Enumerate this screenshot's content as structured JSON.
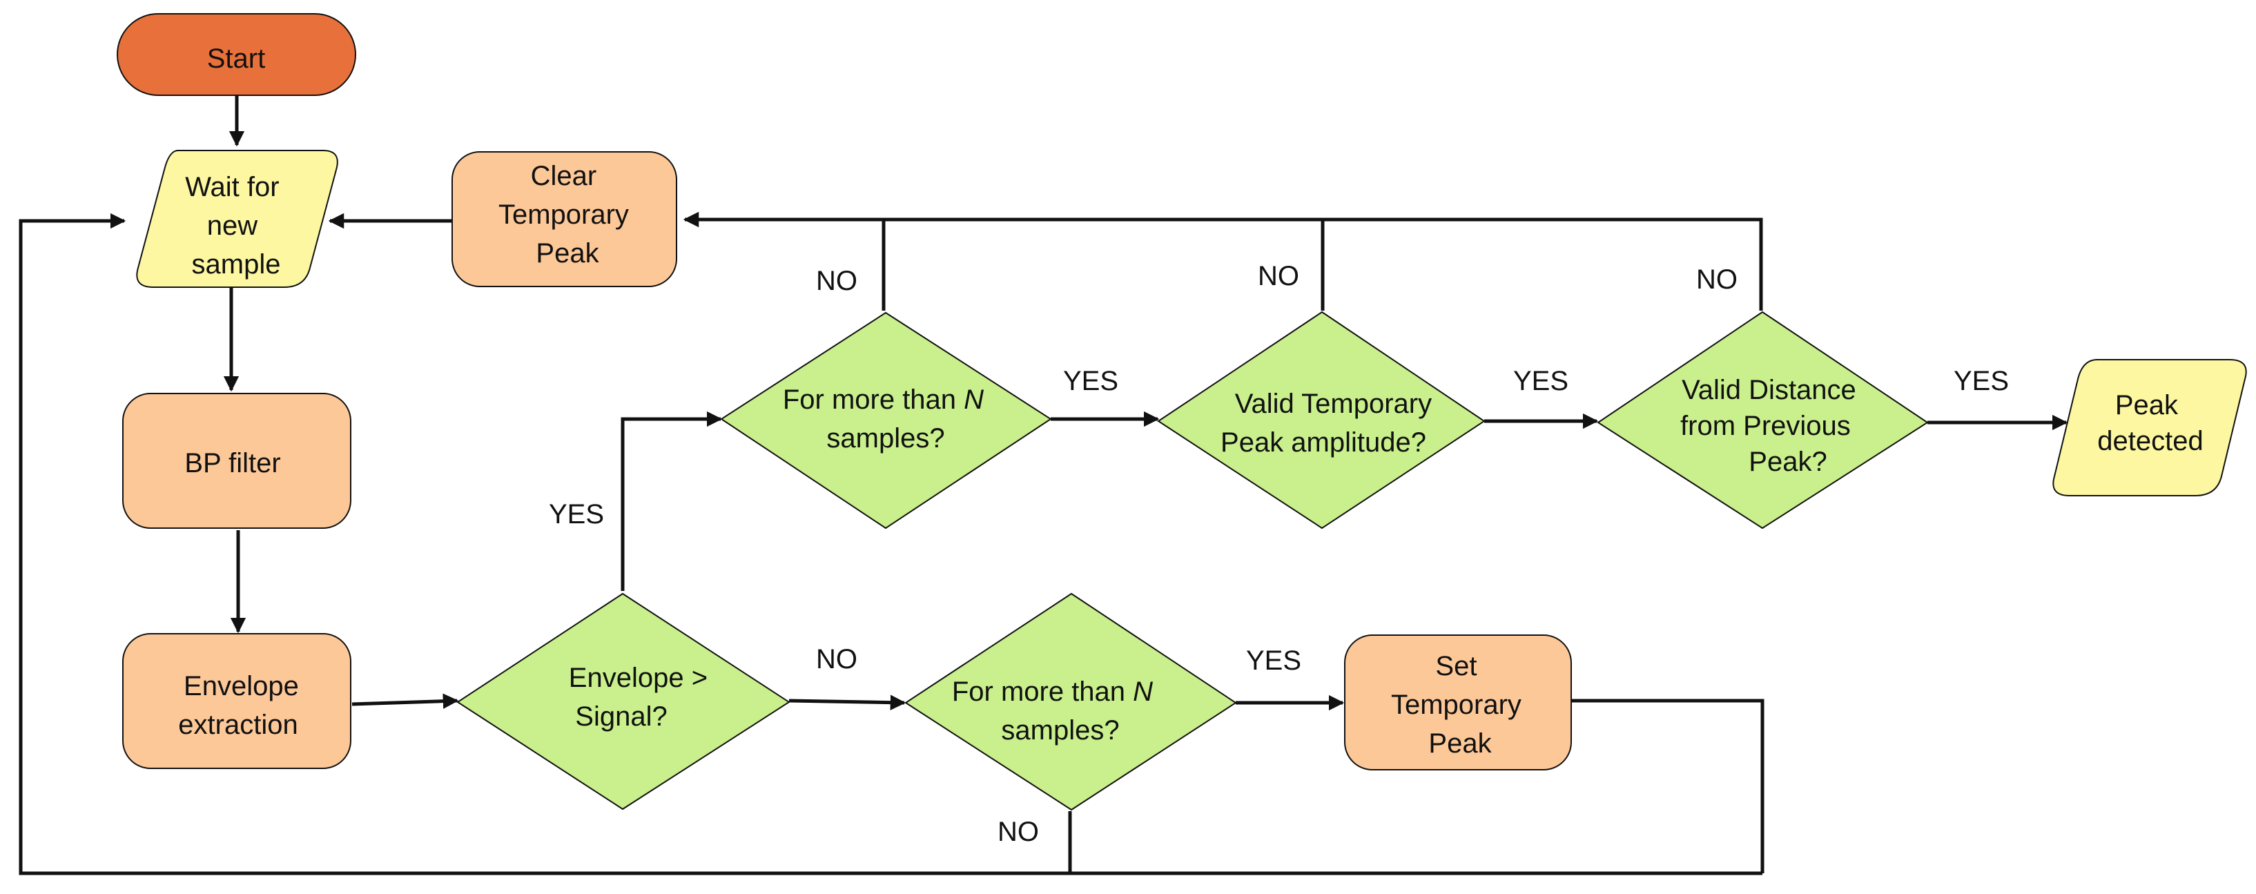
{
  "colors": {
    "start": "#E8703A",
    "process": "#FDC898",
    "decision": "#C9F08C",
    "io": "#FCF7A0",
    "line": "#111111"
  },
  "nodes": {
    "start": {
      "lines": [
        "Start"
      ]
    },
    "wait": {
      "lines": [
        "Wait for",
        "new",
        "sample"
      ]
    },
    "clear": {
      "lines": [
        "Clear",
        "Temporary",
        "Peak"
      ]
    },
    "bp": {
      "lines": [
        "BP filter"
      ]
    },
    "envelope": {
      "lines": [
        "Envelope",
        "extraction"
      ]
    },
    "env_signal": {
      "lines": [
        "Envelope >",
        "Signal?"
      ]
    },
    "more_n_top": {
      "lines": [
        "For more than N",
        "samples?"
      ]
    },
    "valid_amp": {
      "lines": [
        "Valid Temporary",
        "Peak amplitude?"
      ]
    },
    "valid_dist": {
      "lines": [
        "Valid Distance",
        "from Previous",
        "Peak?"
      ]
    },
    "peak": {
      "lines": [
        "Peak",
        "detected"
      ]
    },
    "more_n_bot": {
      "lines": [
        "For more than N",
        "samples?"
      ]
    },
    "set_temp": {
      "lines": [
        "Set",
        "Temporary",
        "Peak"
      ]
    }
  },
  "edge_labels": {
    "top1_no": "NO",
    "top2_no": "NO",
    "top3_no": "NO",
    "top1_yes": "YES",
    "top2_yes": "YES",
    "top3_yes": "YES",
    "env_yes": "YES",
    "env_no": "NO",
    "bot_yes": "YES",
    "bot_no": "NO"
  }
}
